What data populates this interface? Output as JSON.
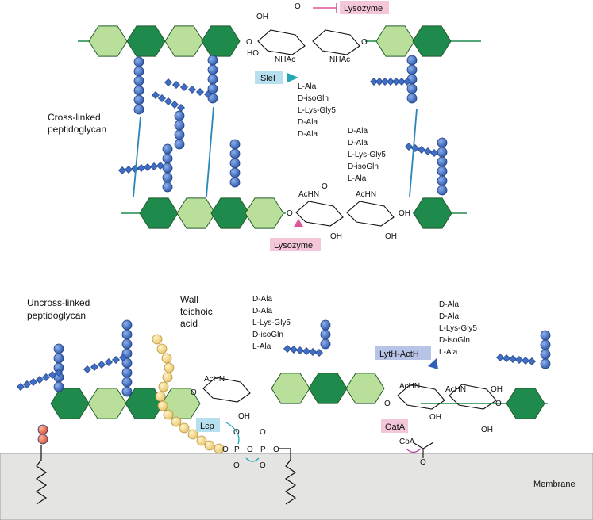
{
  "labels": {
    "cross_linked_line1": "Cross-linked",
    "cross_linked_line2": "peptidoglycan",
    "uncross_line1": "Uncross-linked",
    "uncross_line2": "peptidoglycan",
    "wta_line1": "Wall",
    "wta_line2": "teichoic",
    "wta_line3": "acid",
    "membrane": "Membrane"
  },
  "enzymes": {
    "lysozyme_top": "Lysozyme",
    "lysozyme_mid": "Lysozyme",
    "slei": "SleI",
    "lcp": "Lcp",
    "oata": "OatA",
    "lyth": "LytH-ActH"
  },
  "chem": {
    "nhac": "NHAc",
    "achn": "AcHN",
    "oh": "OH",
    "ho": "HO",
    "o": "O",
    "coa": "CoA",
    "p": "P",
    "stem_up": [
      "D-Ala",
      "D-Ala",
      "L-Lys-Gly5",
      "D-isoGln",
      "L-Ala"
    ],
    "stem_down": [
      "L-Ala",
      "D-isoGln",
      "L-Lys-Gly5",
      "D-Ala",
      "D-Ala"
    ]
  },
  "colors": {
    "dark_green": "#1e8a4c",
    "light_green": "#b9df9a",
    "blue_bead": "#3f6fc4",
    "yellow_bead": "#f7d98a",
    "red_bead": "#e8684a",
    "lysozyme_box": "#f3c6d9",
    "teal_box": "#b6dff0",
    "lyth_box": "#b8c4e6",
    "membrane": "#e4e4e2",
    "pink_arrow": "#e0559a",
    "teal_arrow": "#22a7b5",
    "blue_arrow": "#2f5fb6"
  }
}
